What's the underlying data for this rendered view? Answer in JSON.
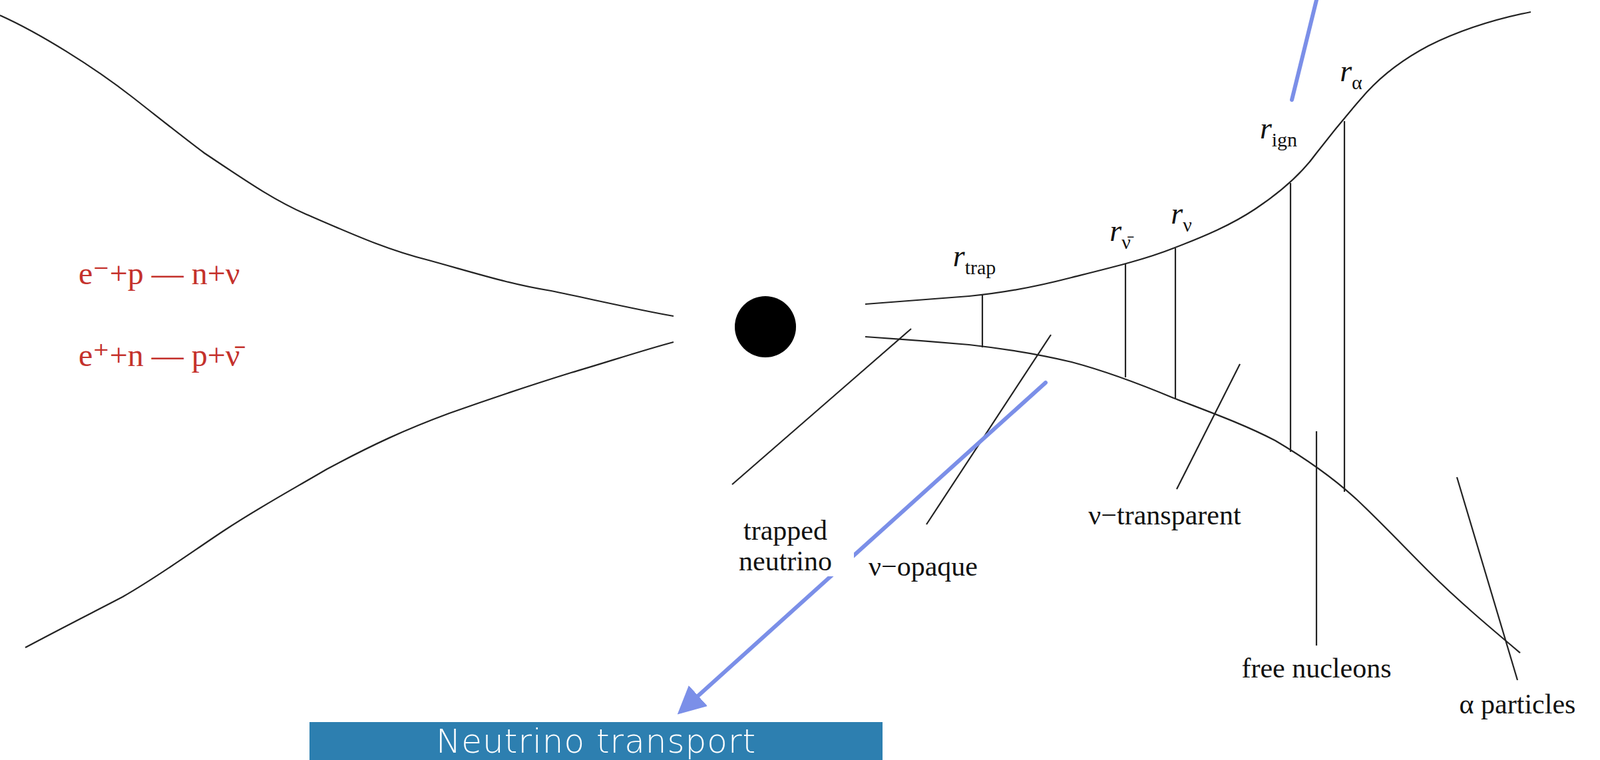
{
  "diagram": {
    "nodes": [
      {
        "text": [
          "Neutrino transport"
        ]
      }
    ],
    "labels": [
      "e⁻+p — n+ν",
      "e⁺+n — p+ν̄",
      "rtrap",
      "rν̄",
      "rν",
      "rign",
      "rα",
      "trapped neutrino",
      "ν−opaque",
      "ν−transparent",
      "free nucleons",
      "α particles"
    ]
  }
}
